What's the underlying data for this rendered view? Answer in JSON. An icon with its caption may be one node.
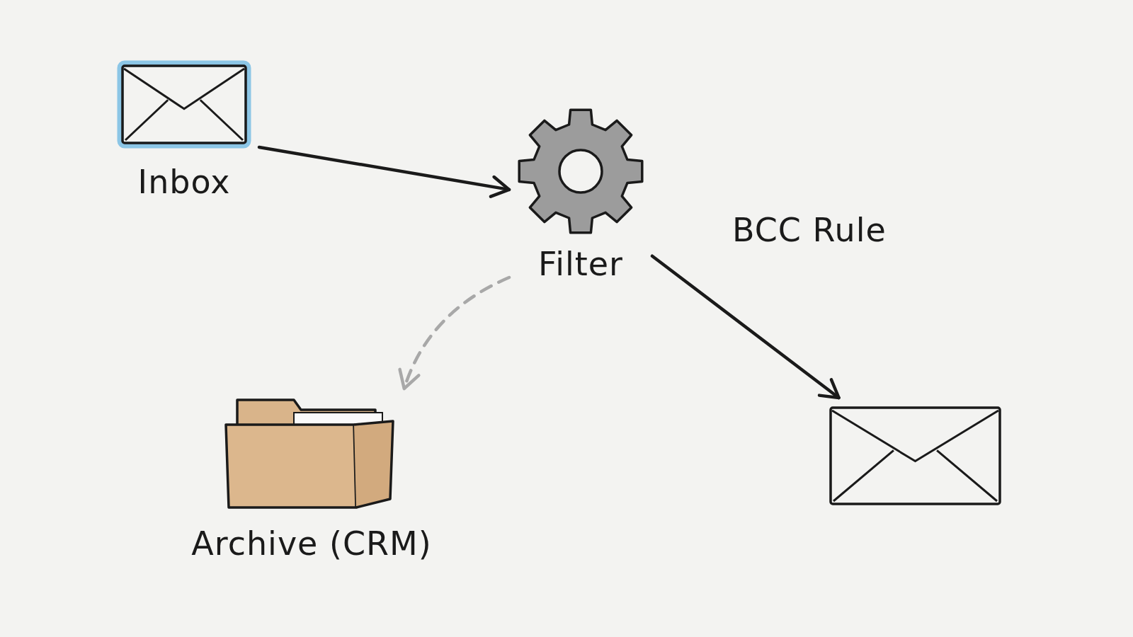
{
  "diagram": {
    "nodes": [
      {
        "text": [
          "Inbox"
        ]
      },
      {
        "text": [
          "Filter"
        ]
      },
      {
        "text": [
          "Archive (CRM)"
        ]
      },
      {
        "text": [],
        "shape": "envelope"
      }
    ],
    "edges": [
      {
        "from": 0,
        "to": 1,
        "arrow": "to"
      },
      {
        "from": 1,
        "to": 2,
        "arrow": "to",
        "style": "dashed",
        "color": "#a8a8a8"
      },
      {
        "from": 1,
        "to": 3,
        "arrow": "to",
        "label": "BCC Rule"
      }
    ]
  }
}
